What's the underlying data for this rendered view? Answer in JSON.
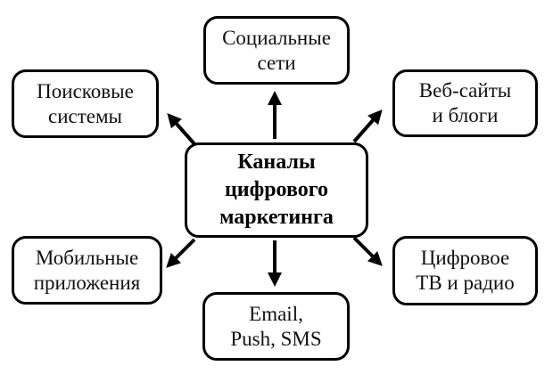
{
  "colors": {
    "background": "#ffffff",
    "stroke": "#000000",
    "text": "#111111"
  },
  "diagram": {
    "center_node": {
      "id": "digital-marketing-channels",
      "label": "Каналы цифрового маркетинга",
      "lines": [
        "Каналы",
        "цифрового",
        "маркетинга"
      ]
    },
    "nodes": [
      {
        "id": "search-engines",
        "label": "Поисковые системы",
        "lines": [
          "Поисковые",
          "системы"
        ]
      },
      {
        "id": "social-networks",
        "label": "Социальные сети",
        "lines": [
          "Социальные",
          "сети"
        ]
      },
      {
        "id": "websites-blogs",
        "label": "Веб-сайты и блоги",
        "lines": [
          "Веб-сайты",
          "и блоги"
        ]
      },
      {
        "id": "mobile-apps",
        "label": "Мобильные приложения",
        "lines": [
          "Мобильные",
          "приложения"
        ]
      },
      {
        "id": "email-push-sms",
        "label": "Email, Push, SMS",
        "lines": [
          "Email,",
          "Push, SMS"
        ]
      },
      {
        "id": "digital-tv-radio",
        "label": "Цифровое ТВ и радио",
        "lines": [
          "Цифровое",
          "ТВ и радио"
        ]
      }
    ],
    "arrows": [
      {
        "from": "digital-marketing-channels",
        "to": "social-networks",
        "direction": "up"
      },
      {
        "from": "digital-marketing-channels",
        "to": "search-engines",
        "direction": "up-left"
      },
      {
        "from": "digital-marketing-channels",
        "to": "websites-blogs",
        "direction": "up-right"
      },
      {
        "from": "digital-marketing-channels",
        "to": "mobile-apps",
        "direction": "down-left"
      },
      {
        "from": "digital-marketing-channels",
        "to": "email-push-sms",
        "direction": "down"
      },
      {
        "from": "digital-marketing-channels",
        "to": "digital-tv-radio",
        "direction": "down-right"
      }
    ]
  }
}
